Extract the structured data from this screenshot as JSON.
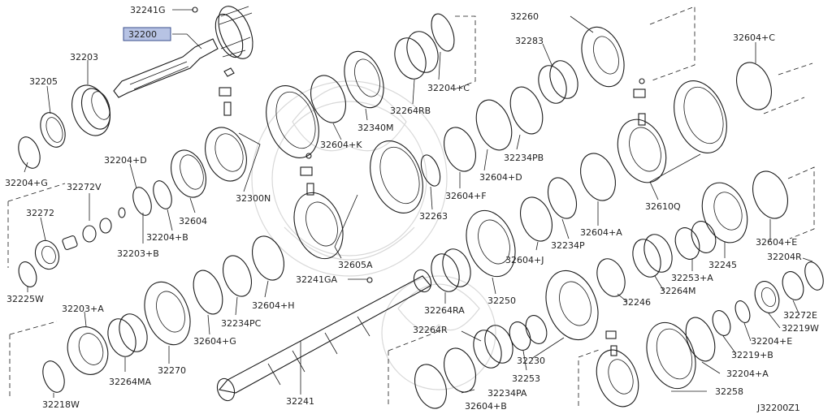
{
  "diagram": {
    "highlight_color": "#b7c3e4",
    "labels": [
      {
        "id": "l32241G",
        "text": "32241G"
      },
      {
        "id": "l32200",
        "text": "32200",
        "highlight": true
      },
      {
        "id": "l32203",
        "text": "32203"
      },
      {
        "id": "l32205",
        "text": "32205"
      },
      {
        "id": "l32204G",
        "text": "32204+G"
      },
      {
        "id": "l32204D",
        "text": "32204+D"
      },
      {
        "id": "l32272V",
        "text": "32272V"
      },
      {
        "id": "l32272",
        "text": "32272"
      },
      {
        "id": "l32225W",
        "text": "32225W"
      },
      {
        "id": "l32203B",
        "text": "32203+B"
      },
      {
        "id": "l32204B",
        "text": "32204+B"
      },
      {
        "id": "l32604",
        "text": "32604"
      },
      {
        "id": "l32300N",
        "text": "32300N"
      },
      {
        "id": "l32604K",
        "text": "32604+K"
      },
      {
        "id": "l32340M",
        "text": "32340M"
      },
      {
        "id": "l32264RB",
        "text": "32264RB"
      },
      {
        "id": "l32204C",
        "text": "32204+C"
      },
      {
        "id": "l32260",
        "text": "32260"
      },
      {
        "id": "l32283",
        "text": "32283"
      },
      {
        "id": "l32604C",
        "text": "32604+C"
      },
      {
        "id": "l32234PB",
        "text": "32234PB"
      },
      {
        "id": "l32604D",
        "text": "32604+D"
      },
      {
        "id": "l32604F",
        "text": "32604+F"
      },
      {
        "id": "l32263",
        "text": "32263"
      },
      {
        "id": "l32610Q",
        "text": "32610Q"
      },
      {
        "id": "l32604A",
        "text": "32604+A"
      },
      {
        "id": "l32234P",
        "text": "32234P"
      },
      {
        "id": "l32604J",
        "text": "32604+J"
      },
      {
        "id": "l32605A",
        "text": "32605A"
      },
      {
        "id": "l32241GA",
        "text": "32241GA"
      },
      {
        "id": "l32604H",
        "text": "32604+H"
      },
      {
        "id": "l32234PC",
        "text": "32234PC"
      },
      {
        "id": "l32604G",
        "text": "32604+G"
      },
      {
        "id": "l32203A",
        "text": "32203+A"
      },
      {
        "id": "l32264MA",
        "text": "32264MA"
      },
      {
        "id": "l32270",
        "text": "32270"
      },
      {
        "id": "l32218W",
        "text": "32218W"
      },
      {
        "id": "l32241",
        "text": "32241"
      },
      {
        "id": "l32264RA",
        "text": "32264RA"
      },
      {
        "id": "l32250",
        "text": "32250"
      },
      {
        "id": "l32264R",
        "text": "32264R"
      },
      {
        "id": "l32253",
        "text": "32253"
      },
      {
        "id": "l32234PA",
        "text": "32234PA"
      },
      {
        "id": "l32604B",
        "text": "32604+B"
      },
      {
        "id": "l32230",
        "text": "32230"
      },
      {
        "id": "l32246",
        "text": "32246"
      },
      {
        "id": "l32264M",
        "text": "32264M"
      },
      {
        "id": "l32253A",
        "text": "32253+A"
      },
      {
        "id": "l32245",
        "text": "32245"
      },
      {
        "id": "l32604E",
        "text": "32604+E"
      },
      {
        "id": "l32204R",
        "text": "32204R"
      },
      {
        "id": "l32272E",
        "text": "32272E"
      },
      {
        "id": "l32219W",
        "text": "32219W"
      },
      {
        "id": "l32204E",
        "text": "32204+E"
      },
      {
        "id": "l32219B",
        "text": "32219+B"
      },
      {
        "id": "l32204A",
        "text": "32204+A"
      },
      {
        "id": "l32258",
        "text": "32258"
      },
      {
        "id": "lJ32200Z1",
        "text": "J32200Z1"
      }
    ]
  }
}
